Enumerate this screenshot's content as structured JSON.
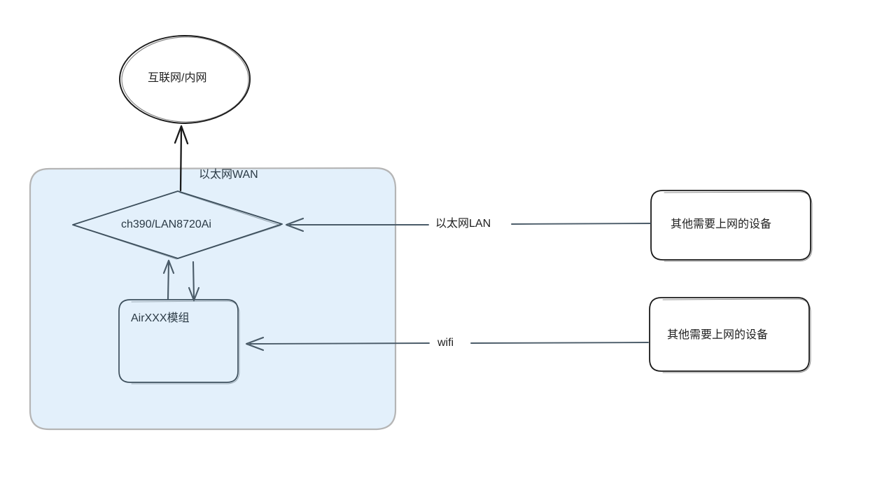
{
  "diagram": {
    "title": "",
    "style": "hand-drawn",
    "background": "#ffffff",
    "colors": {
      "panel_fill": "#e3f0fb",
      "panel_stroke": "#b5b5b5",
      "node_stroke_blue": "#3d4f5c",
      "node_stroke_dark": "#1a1a1a",
      "arrow_stroke": "#4a5b68",
      "arrow_stroke_dark": "#1a1a1a",
      "text_dark": "#1f1f1f",
      "text_blue": "#2b3a45"
    },
    "nodes": {
      "internet": {
        "label": "互联网/内网",
        "shape": "ellipse"
      },
      "container": {
        "label": "",
        "shape": "rounded-rect-panel"
      },
      "ethernet_chip": {
        "label": "ch390/LAN8720Ai",
        "shape": "diamond"
      },
      "module": {
        "label": "AirXXX模组",
        "shape": "rounded-rect"
      },
      "device_lan": {
        "label": "其他需要上网的设备",
        "shape": "rounded-rect"
      },
      "device_wifi": {
        "label": "其他需要上网的设备",
        "shape": "rounded-rect"
      }
    },
    "edges": [
      {
        "id": "wan",
        "label": "以太网WAN",
        "from": "ethernet_chip",
        "to": "internet",
        "direction": "up"
      },
      {
        "id": "chip-to-module-up",
        "label": "",
        "from": "module",
        "to": "ethernet_chip",
        "direction": "up"
      },
      {
        "id": "chip-to-module-down",
        "label": "",
        "from": "ethernet_chip",
        "to": "module",
        "direction": "down"
      },
      {
        "id": "lan",
        "label": "以太网LAN",
        "from": "device_lan",
        "to": "ethernet_chip",
        "direction": "left"
      },
      {
        "id": "wifi",
        "label": "wifi",
        "from": "device_wifi",
        "to": "module",
        "direction": "left"
      }
    ]
  }
}
